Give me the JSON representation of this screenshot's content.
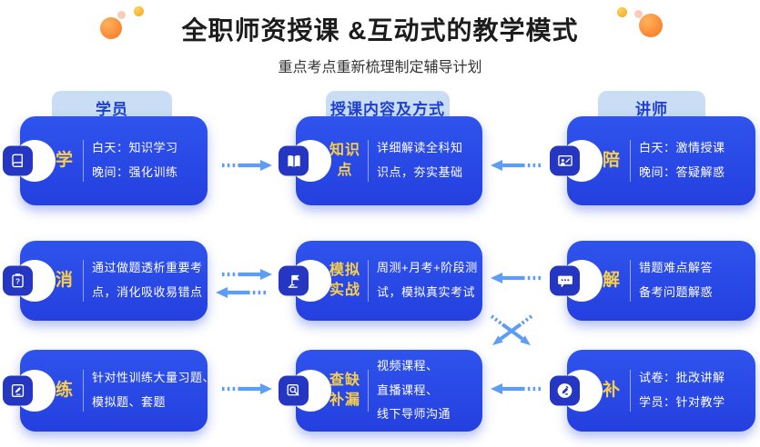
{
  "header": {
    "title": "全职师资授课 &互动式的教学模式",
    "subtitle": "重点考点重新梳理制定辅导计划"
  },
  "colors": {
    "card_blue": "#2846e8",
    "icon_tile_blue": "#2537c2",
    "tab_bg": "#c9def5",
    "tab_text": "#1e3fd0",
    "keyword_yellow": "#f8cf4a",
    "arrow_blue": "#5e9df5",
    "accent_orange": "#f8731d",
    "accent_yellow": "#f9a21b"
  },
  "columns": [
    {
      "tab": "学员",
      "cards": [
        {
          "icon": "book-icon",
          "keyword": "学",
          "desc": "白天：知识学习\n晚间：强化训练"
        },
        {
          "icon": "clipboard-question-icon",
          "keyword": "消",
          "desc": "通过做题透析重要考\n点，消化吸收易错点"
        },
        {
          "icon": "document-pen-icon",
          "keyword": "练",
          "desc": "针对性训练大量习题、\n模拟题、套题"
        }
      ]
    },
    {
      "tab": "授课内容及方式",
      "cards": [
        {
          "icon": "open-book-icon",
          "keyword": "知识\n点",
          "desc": "详细解读全科知\n识点，夯实基础"
        },
        {
          "icon": "flag-icon",
          "keyword": "模拟\n实战",
          "desc": "周测+月考+阶段测\n试，模拟真实考试"
        },
        {
          "icon": "search-doc-icon",
          "keyword": "查缺\n补漏",
          "desc": "视频课程、直播课程、\n线下导师沟通"
        }
      ]
    },
    {
      "tab": "讲师",
      "cards": [
        {
          "icon": "presentation-icon",
          "keyword": "陪",
          "desc": "白天：激情授课\n晚间：答疑解惑"
        },
        {
          "icon": "chat-dots-icon",
          "keyword": "解",
          "desc": "错题难点解答\n备考问题解惑"
        },
        {
          "icon": "pen-circle-icon",
          "keyword": "补",
          "desc": "试卷：批改讲解\n学员：针对教学"
        }
      ]
    }
  ]
}
